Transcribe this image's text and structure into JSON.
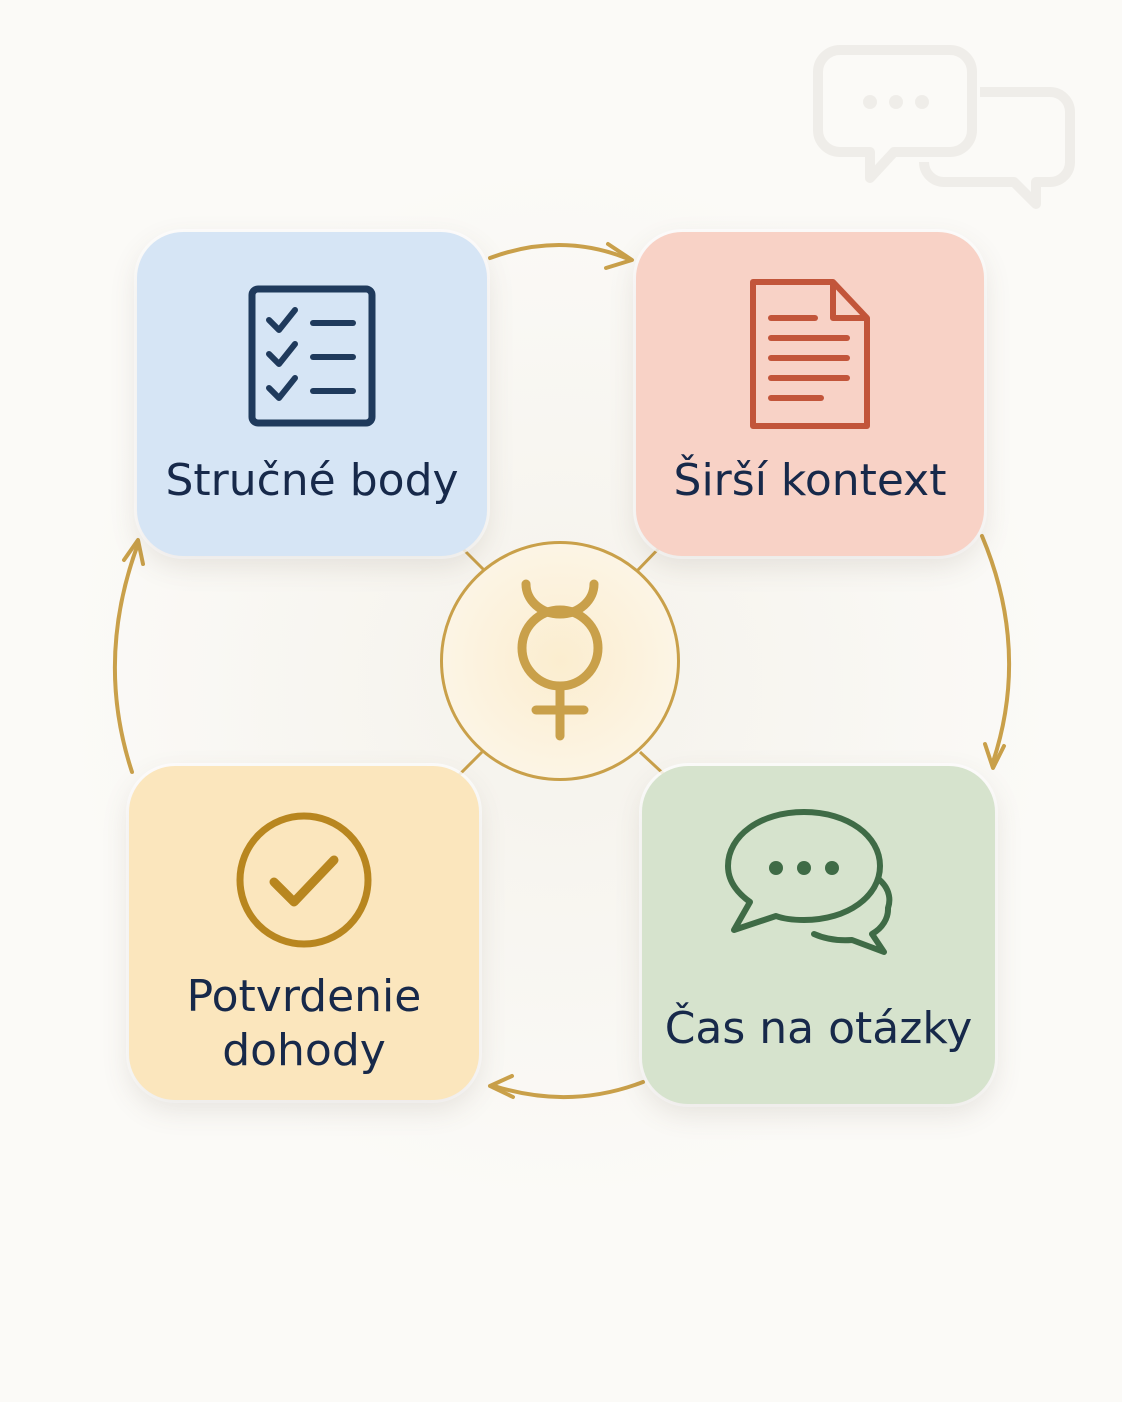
{
  "diagram": {
    "steps": [
      {
        "label": "Stručné body",
        "icon": "checklist-icon",
        "background": "#d6e5f5",
        "accent": "#1f3a5c"
      },
      {
        "label": "Širší kontext",
        "icon": "document-icon",
        "background": "#f8d2c6",
        "accent": "#c2553a"
      },
      {
        "label": "Čas na otázky",
        "icon": "chat-bubbles-icon",
        "background": "#d6e3cd",
        "accent": "#3f6b46"
      },
      {
        "label": "Potvrdenie dohody",
        "icon": "check-circle-icon",
        "background": "#fbe6bd",
        "accent": "#b8861f"
      }
    ],
    "center": {
      "icon": "mercury-symbol-icon",
      "accent": "#c9a04a"
    },
    "flow": "clockwise",
    "text_color": "#17294a",
    "arrow_color": "#c9a04a"
  }
}
